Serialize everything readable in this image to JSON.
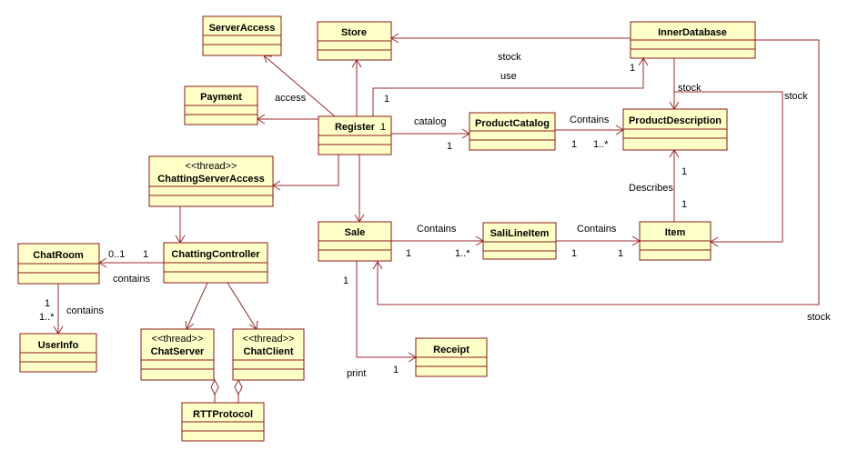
{
  "classes": {
    "server_access": {
      "name": "ServerAccess"
    },
    "store": {
      "name": "Store"
    },
    "inner_database": {
      "name": "InnerDatabase"
    },
    "payment": {
      "name": "Payment"
    },
    "register": {
      "name": "Register"
    },
    "product_catalog": {
      "name": "ProductCatalog"
    },
    "product_description": {
      "name": "ProductDescription"
    },
    "chatting_server_access": {
      "stereotype": "<<thread>>",
      "name": "ChattingServerAccess"
    },
    "chat_room": {
      "name": "ChatRoom"
    },
    "chatting_controller": {
      "name": "ChattingController"
    },
    "sale": {
      "name": "Sale"
    },
    "sali_line_item": {
      "name": "SaliLineItem"
    },
    "item": {
      "name": "Item"
    },
    "user_info": {
      "name": "UserInfo"
    },
    "chat_server": {
      "stereotype": "<<thread>>",
      "name": "ChatServer"
    },
    "chat_client": {
      "stereotype": "<<thread>>",
      "name": "ChatClient"
    },
    "receipt": {
      "name": "Receipt"
    },
    "rtt_protocol": {
      "name": "RTTProtocol"
    }
  },
  "labels": {
    "stock_store": "stock",
    "use": "use",
    "use_mult_db": "1",
    "use_mult_reg": "1",
    "stock_pd": "stock",
    "stock_item": "stock",
    "stock_sale": "stock",
    "access": "access",
    "register_mult": "1",
    "catalog": "catalog",
    "catalog_mult": "1",
    "contains_pc_pd": "Contains",
    "pc_mult_1": "1",
    "pc_mult_many": "1..*",
    "pd_mult": "1",
    "describes": "Describes",
    "item_mult": "1",
    "chatroom_mult": "0..1",
    "controller_mult": "1",
    "contains_room": "contains",
    "room_user_mult_1": "1",
    "room_user_mult_many": "1..*",
    "contains_user": "contains",
    "contains_sale": "Contains",
    "sale_mult_1": "1",
    "sale_mult_many": "1..*",
    "contains_line": "Contains",
    "line_mult_1": "1",
    "line_mult_item": "1",
    "sale_receipt_mult": "1",
    "print": "print",
    "receipt_mult": "1"
  }
}
